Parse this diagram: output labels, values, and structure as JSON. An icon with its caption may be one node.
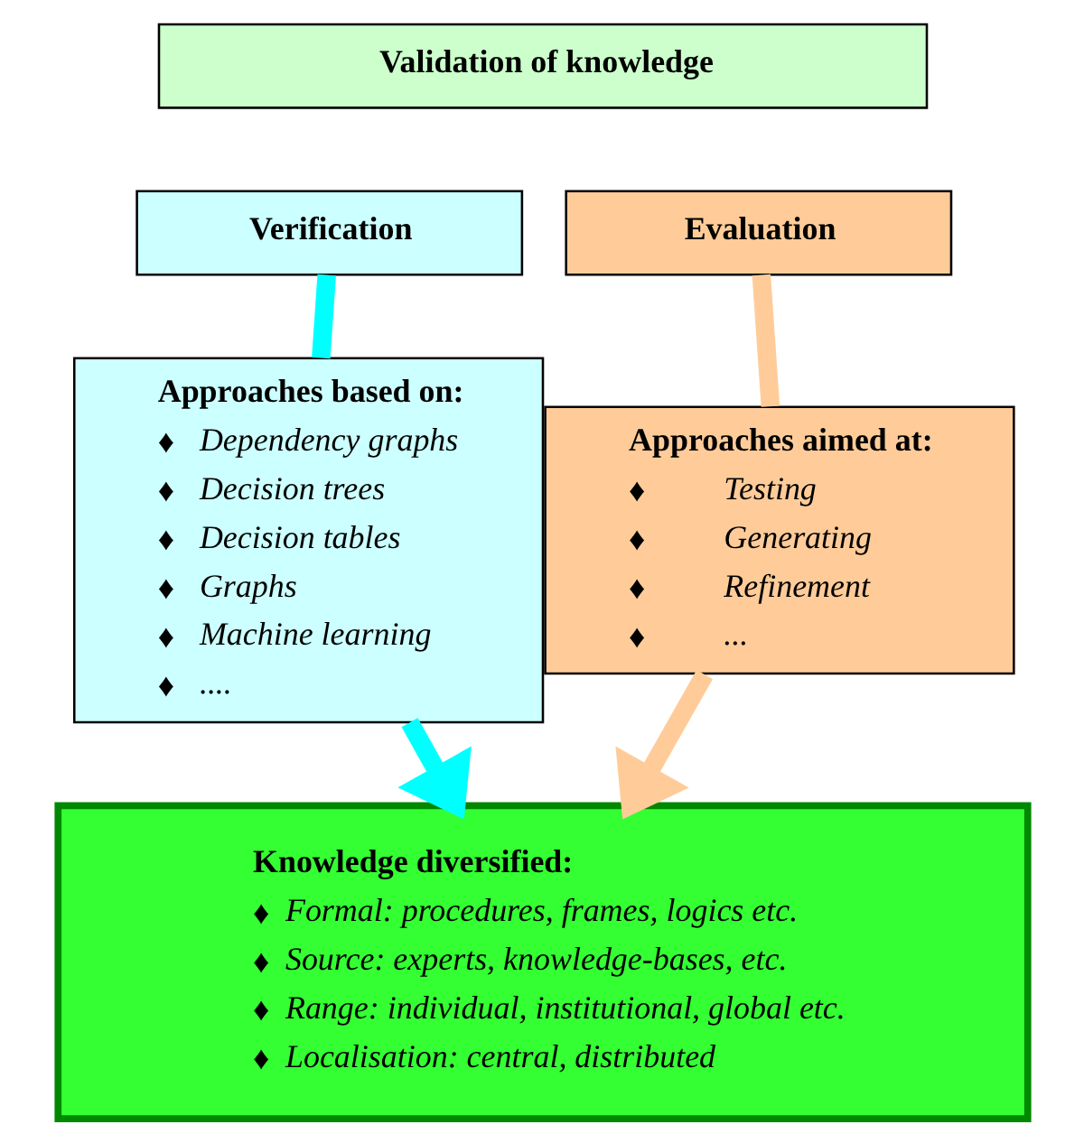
{
  "diagram": {
    "nodes": [
      {
        "text": [
          "Validation of knowledge"
        ]
      },
      {
        "text": [
          "Verification"
        ]
      },
      {
        "text": [
          "Evaluation"
        ]
      },
      {
        "text": [
          "Approaches based on:",
          "♦",
          "Dependency graphs",
          "♦",
          "Decision trees",
          "♦",
          "Decision tables",
          "♦",
          "Graphs",
          "♦",
          "Machine learning",
          "♦",
          "...."
        ]
      },
      {
        "text": [
          "Approaches aimed at:",
          "♦",
          "Testing",
          "♦",
          "Generating",
          "♦",
          "Refinement",
          "♦",
          "..."
        ]
      },
      {
        "text": [
          "Knowledge diversified:",
          "♦",
          "Formal: procedures, frames, logics etc.",
          "♦",
          "Source: experts, knowledge-bases, etc.",
          "♦",
          "Range: individual, institutional, global etc.",
          "♦",
          "Localisation: central, distributed"
        ]
      }
    ],
    "edges": [
      {
        "from": 1,
        "to": 3,
        "arrow": "none",
        "color": "#00ffff"
      },
      {
        "from": 2,
        "to": 4,
        "arrow": "none",
        "color": "#ffcc99"
      },
      {
        "from": 3,
        "to": 5,
        "arrow": "to",
        "color": "#00ffff"
      },
      {
        "from": 4,
        "to": 5,
        "arrow": "to",
        "color": "#ffcc99"
      }
    ]
  }
}
